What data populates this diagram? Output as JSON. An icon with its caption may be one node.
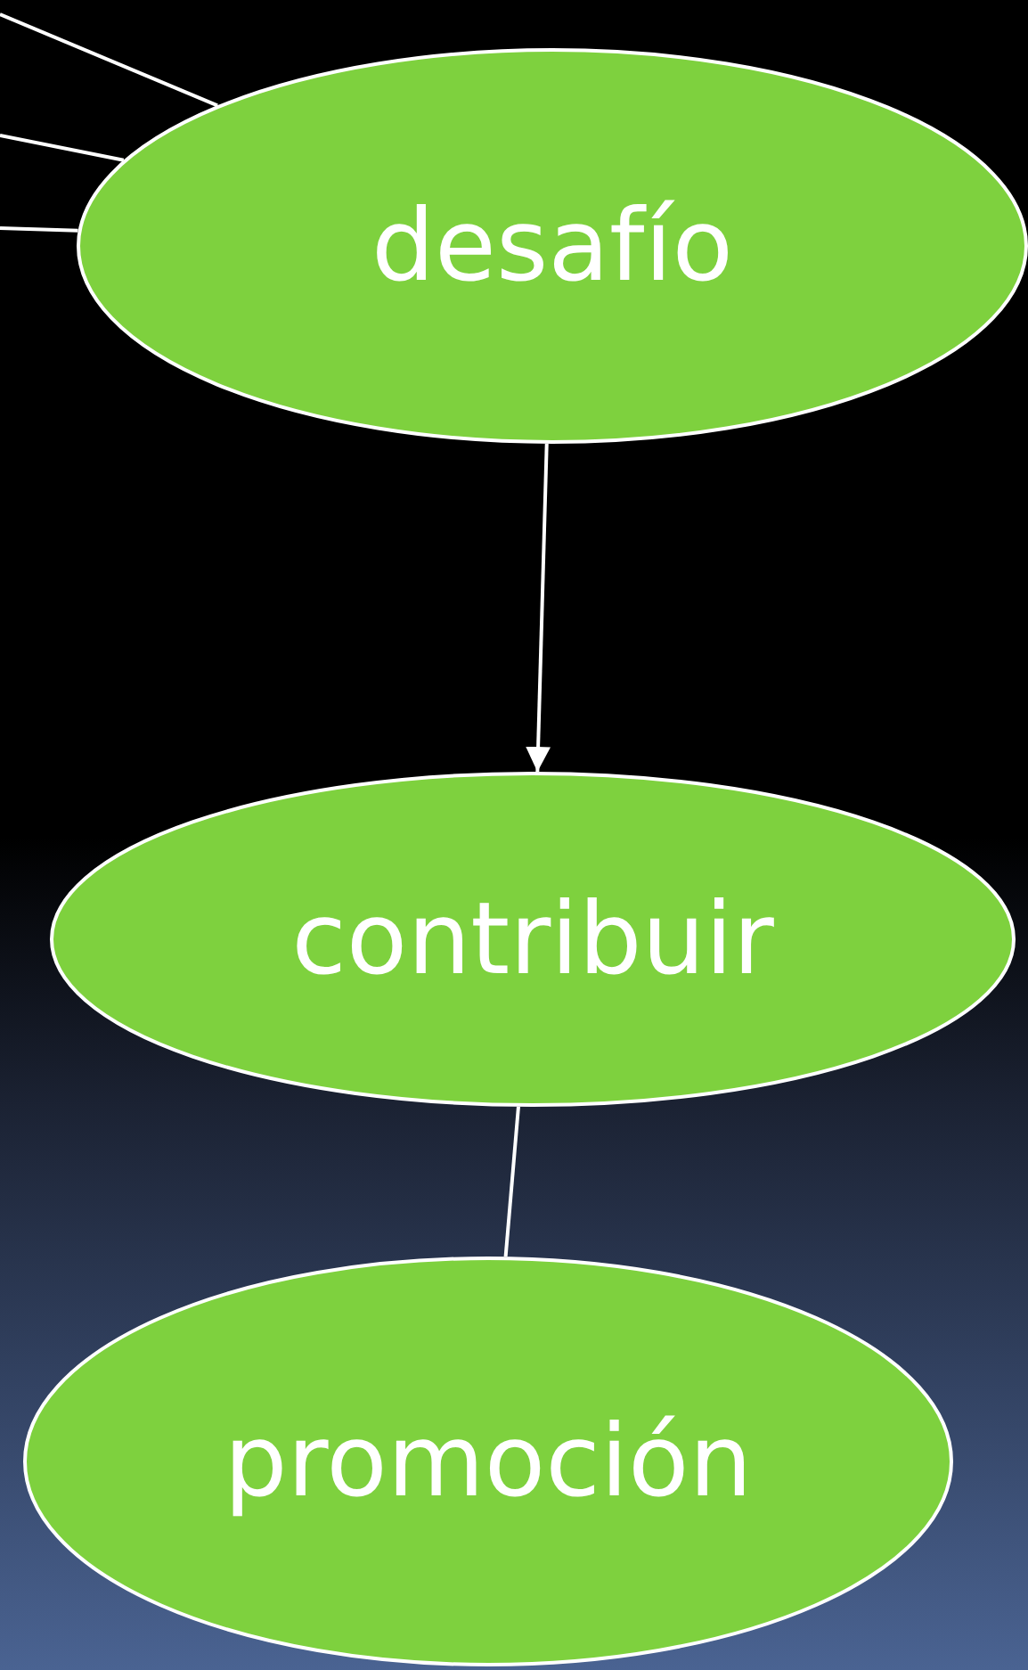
{
  "diagram": {
    "nodes": [
      {
        "text": [
          "desafío"
        ]
      },
      {
        "text": [
          "contribuir"
        ]
      },
      {
        "text": [
          "promoción"
        ]
      }
    ],
    "edges": [
      {
        "from": null,
        "to": 0,
        "arrow": "none"
      },
      {
        "from": null,
        "to": 0,
        "arrow": "none"
      },
      {
        "from": null,
        "to": 0,
        "arrow": "none"
      },
      {
        "from": 0,
        "to": 1,
        "arrow": "to"
      },
      {
        "from": 1,
        "to": 2,
        "arrow": "none"
      }
    ]
  }
}
